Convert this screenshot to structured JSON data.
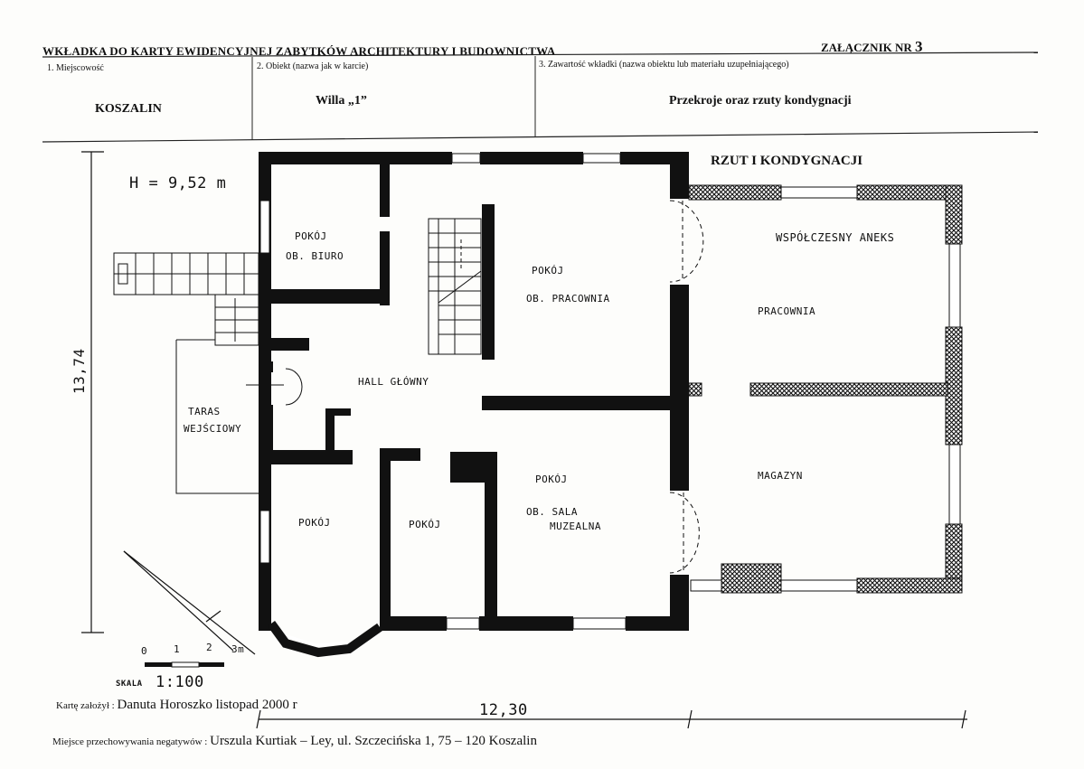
{
  "header": {
    "title": "WKŁADKA DO KARTY EWIDENCYJNEJ ZABYTKÓW ARCHITEKTURY I BUDOWNICTWA",
    "attachment_label": "ZAŁĄCZNIK NR",
    "attachment_number": "3",
    "field1_label": "1. Miejscowość",
    "field1_value": "KOSZALIN",
    "field2_label": "2. Obiekt (nazwa jak w karcie)",
    "field2_value": "Willa „1”",
    "field3_label": "3. Zawartość wkładki (nazwa obiektu lub materiału uzupełniającego)",
    "field3_value": "Przekroje oraz rzuty kondygnacji"
  },
  "plan": {
    "title": "RZUT I KONDYGNACJI",
    "height_note": "H = 9,52 m",
    "dim_vertical": "13,74",
    "dim_horizontal": "12,30",
    "rooms": {
      "biuro_1": "POKÓJ",
      "biuro_2": "OB. BIURO",
      "pracownia_1": "POKÓJ",
      "pracownia_2": "OB. PRACOWNIA",
      "hall": "HALL GŁÓWNY",
      "taras_1": "TARAS",
      "taras_2": "WEJŚCIOWY",
      "pokoj_a": "POKÓJ",
      "pokoj_b": "POKÓJ",
      "sala_1": "POKÓJ",
      "sala_2": "OB. SALA",
      "sala_3": "MUZEALNA",
      "aneks": "WSPÓŁCZESNY ANEKS",
      "aneks_pracownia": "PRACOWNIA",
      "magazyn": "MAGAZYN"
    },
    "scale": {
      "ticks": [
        "0",
        "1",
        "2",
        "3m"
      ],
      "label": "SKALA",
      "value": "1:100"
    }
  },
  "footer": {
    "card_label": "Kartę założył :",
    "card_value": "Danuta  Horoszko listopad  2000 r",
    "neg_label": "Miejsce przechowywania negatywów :",
    "neg_value": "Urszula Kurtiak – Ley,  ul. Szczecińska 1, 75 – 120 Koszalin"
  }
}
